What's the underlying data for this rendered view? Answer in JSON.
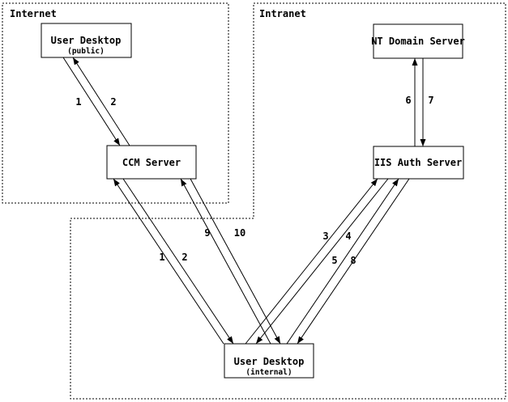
{
  "regions": {
    "internet": {
      "label": "Internet"
    },
    "intranet": {
      "label": "Intranet"
    }
  },
  "nodes": {
    "user_desktop_public": {
      "title": "User Desktop",
      "subtitle": "(public)"
    },
    "nt_domain_server": {
      "title": "NT Domain Server"
    },
    "ccm_server": {
      "title": "CCM Server"
    },
    "iis_auth_server": {
      "title": "IIS Auth Server"
    },
    "user_desktop_internal": {
      "title": "User Desktop",
      "subtitle": "(internal)"
    }
  },
  "edges": {
    "step1_public": {
      "label": "1",
      "from": "user_desktop_public",
      "to": "ccm_server"
    },
    "step2_public": {
      "label": "2",
      "from": "ccm_server",
      "to": "user_desktop_public"
    },
    "step1_internal": {
      "label": "1",
      "from": "user_desktop_internal",
      "to": "ccm_server"
    },
    "step2_internal": {
      "label": "2",
      "from": "ccm_server",
      "to": "user_desktop_internal"
    },
    "step3": {
      "label": "3",
      "from": "user_desktop_internal",
      "to": "iis_auth_server"
    },
    "step4": {
      "label": "4",
      "from": "iis_auth_server",
      "to": "user_desktop_internal"
    },
    "step5": {
      "label": "5",
      "from": "user_desktop_internal",
      "to": "iis_auth_server"
    },
    "step6": {
      "label": "6",
      "from": "iis_auth_server",
      "to": "nt_domain_server"
    },
    "step7": {
      "label": "7",
      "from": "nt_domain_server",
      "to": "iis_auth_server"
    },
    "step8": {
      "label": "8",
      "from": "iis_auth_server",
      "to": "user_desktop_internal"
    },
    "step9": {
      "label": "9",
      "from": "user_desktop_internal",
      "to": "ccm_server"
    },
    "step10": {
      "label": "10",
      "from": "ccm_server",
      "to": "user_desktop_internal"
    }
  },
  "colors": {
    "line": "#000000",
    "background": "#ffffff"
  }
}
